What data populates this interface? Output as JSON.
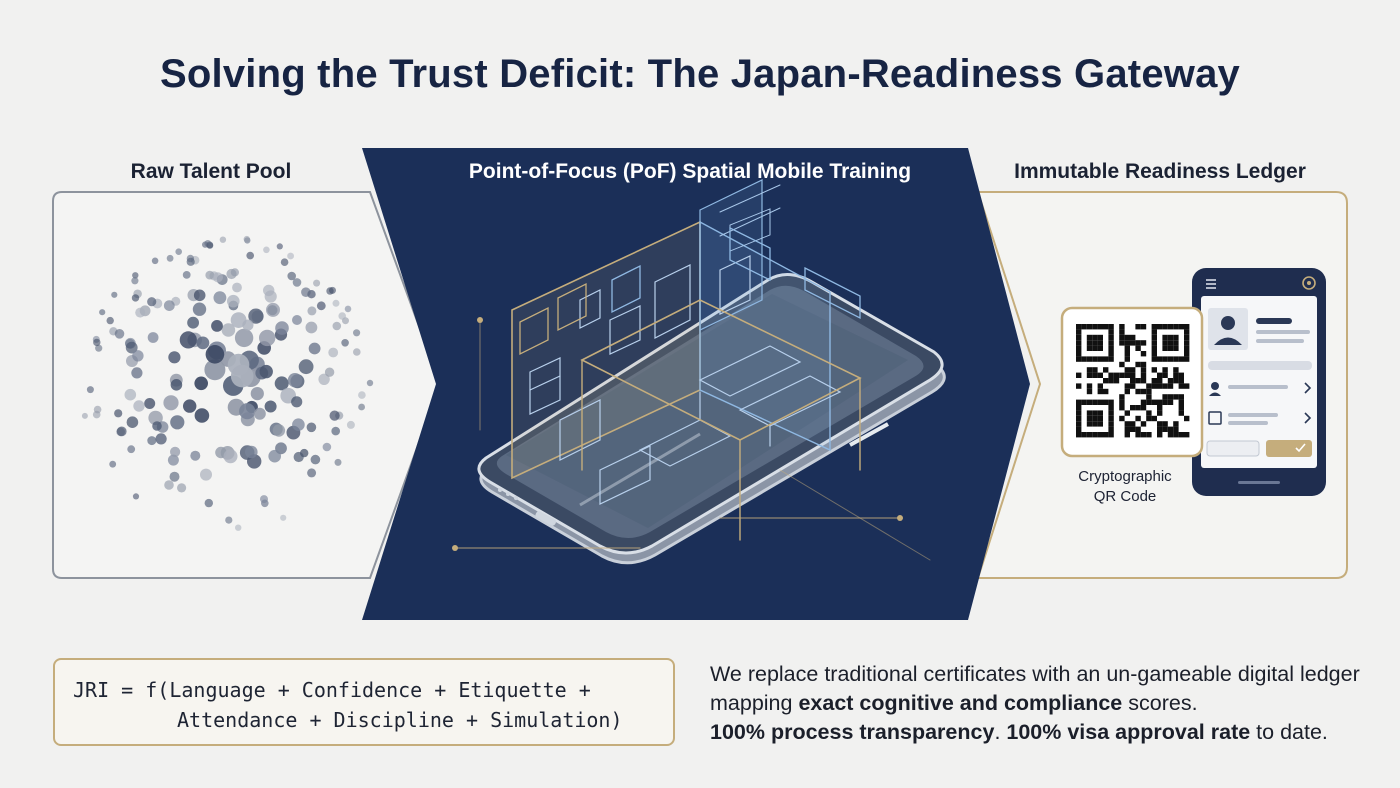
{
  "title": "Solving the Trust Deficit: The Japan-Readiness Gateway",
  "stages": {
    "left": {
      "label": "Raw Talent Pool"
    },
    "center": {
      "label": "Point-of-Focus (PoF) Spatial Mobile Training"
    },
    "right": {
      "label": "Immutable Readiness Ledger",
      "qr_caption_line1": "Cryptographic",
      "qr_caption_line2": "QR Code"
    }
  },
  "icons": {
    "particles": "dot-cluster-icon",
    "phone": "smartphone-icon",
    "hologram": "isometric-room-hologram-icon",
    "qr": "qr-code-icon",
    "mobile_app": "mobile-profile-app-icon",
    "menu": "hamburger-menu-icon",
    "settings": "gear-icon",
    "user": "user-icon",
    "check": "check-icon",
    "chevron": "chevron-right-icon"
  },
  "formula": {
    "line1": "JRI = f(Language + Confidence + Etiquette +",
    "line2": "Attendance + Discipline + Simulation)"
  },
  "description": {
    "part1": "We replace traditional certificates with an un-gameable digital ledger mapping ",
    "bold1": "exact cognitive and compliance",
    "part2": " scores.",
    "bold2": "100% process transparency",
    "part3": ". ",
    "bold3": "100% visa approval rate",
    "part4": " to date."
  },
  "colors": {
    "background": "#f1f1f0",
    "navy": "#1b2f58",
    "gold": "#c5ad7c",
    "outline_gray": "#8d939d",
    "text_dark": "#172443"
  }
}
